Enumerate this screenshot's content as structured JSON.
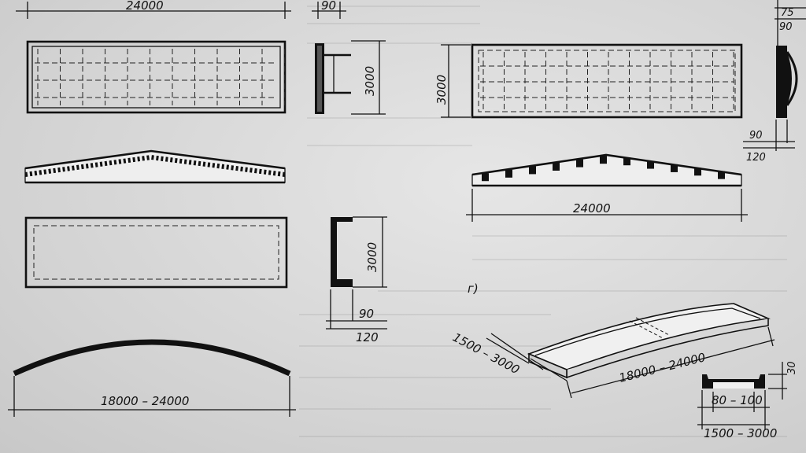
{
  "labels": {
    "tl_top_len": "24000",
    "tl_top_90": "90",
    "tl_height": "3000",
    "ml_height": "3000",
    "ml_90": "90",
    "ml_120": "120",
    "bl_span": "18000 – 24000",
    "tr_75": "75",
    "tr_90": "90",
    "tr_height": "3000",
    "tr_90b": "90",
    "tr_120": "120",
    "tr_len": "24000",
    "g_marker": "г)",
    "g_width": "1500 – 3000",
    "g_span": "18000 – 24000",
    "g_30": "30",
    "g_rib": "80 – 100",
    "g_width2": "1500 – 3000"
  }
}
